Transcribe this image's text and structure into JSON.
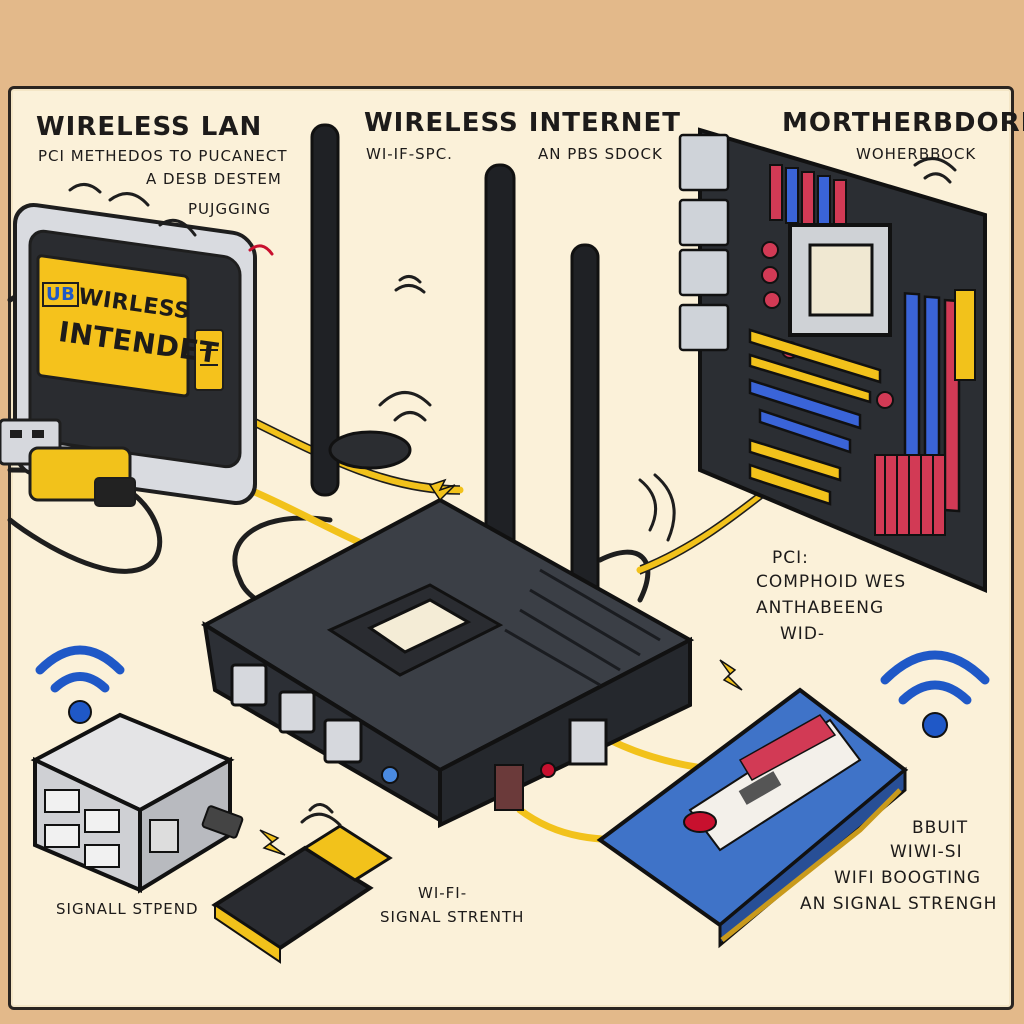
{
  "labels": {
    "wireless_lan": "WIRELESS LAN",
    "pci_line1": "PCI METHEDOS TO PUCANECT",
    "pci_line2": "A DESB DESTEM",
    "pci_line3": "PUJGGING",
    "wireless_internet": "WIRELESS INTERNET",
    "wifi_spec": "WI-IF-SPC.",
    "pbs_sdock": "AN PBS SDOCK",
    "motherboard_title": "MORTHERBDORD",
    "motherboard_sub": "WOHERBBOCK",
    "pci_right1": "PCI:",
    "pci_right2": "COMPHOID WES",
    "pci_right3": "ANTHABEENG",
    "pci_right4": "WID-",
    "signal_stpend": "SIGNALL STPEND",
    "wifi_bottom1": "WI-FI-",
    "wifi_bottom2": "SIGNAL STRENTH",
    "built1": "BBUIT",
    "built2": "WIWI-SI",
    "built3": "WIFI BOOGTING",
    "built4": "AN SIGNAL STRENGH"
  },
  "card_text": {
    "line1": "WIRLESS",
    "line2": "INTENDET",
    "badge": "UB"
  },
  "colors": {
    "background": "#e3b98a",
    "paper": "#fbf1d9",
    "ink": "#1d1b1a",
    "cable_yellow": "#f2c21b",
    "router_body": "#3b3f46",
    "pcb_dark": "#2b2e33",
    "wifi_blue": "#1f58c7",
    "card_blue": "#3f73c8",
    "ram_blue": "#3a64d8",
    "heatsink_red": "#d23a55"
  },
  "icons": [
    "wifi-icon",
    "usb-plug-icon",
    "antenna-icon",
    "ethernet-port-icon",
    "lightning-icon"
  ]
}
